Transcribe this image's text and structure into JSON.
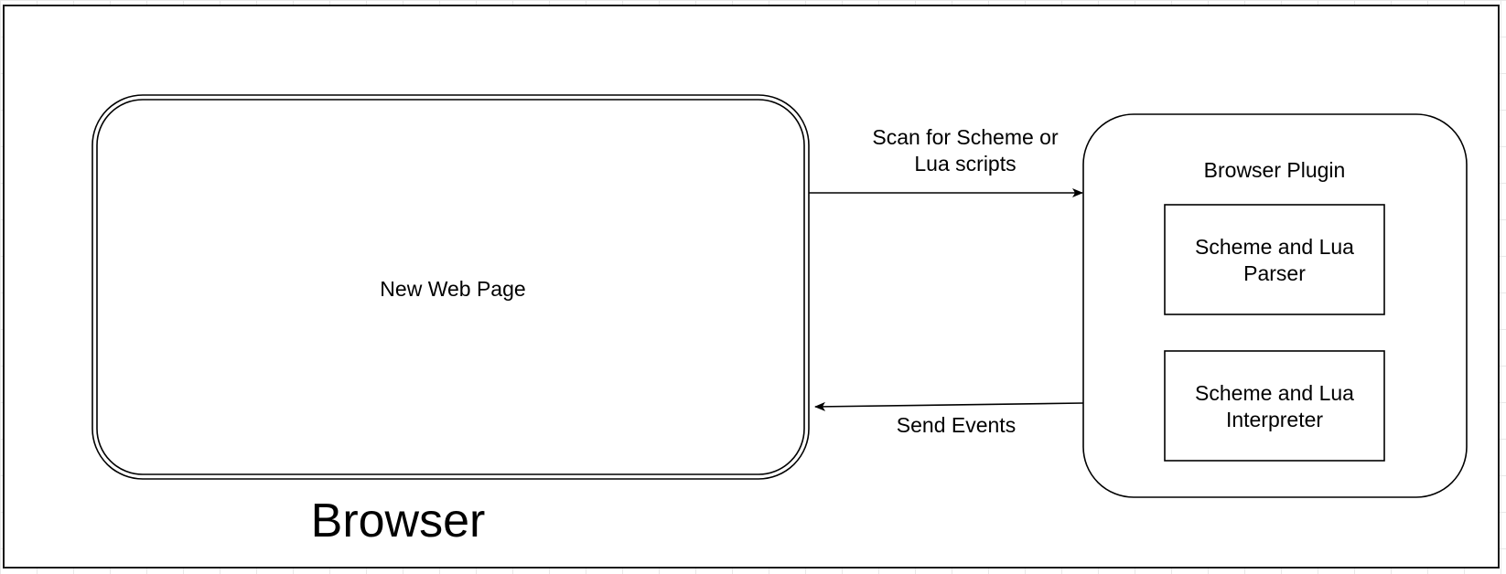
{
  "diagram": {
    "container_label": "Browser",
    "web_page": {
      "label": "New Web Page"
    },
    "plugin": {
      "title": "Browser Plugin",
      "parser": {
        "line1": "Scheme and Lua",
        "line2": "Parser"
      },
      "interpreter": {
        "line1": "Scheme and Lua",
        "line2": "Interpreter"
      }
    },
    "edges": {
      "scan": {
        "line1": "Scan for Scheme or",
        "line2": "Lua scripts"
      },
      "events": {
        "label": "Send Events"
      }
    }
  },
  "colors": {
    "stroke": "#000000",
    "grid": "#e8e8e8",
    "background": "#ffffff"
  }
}
